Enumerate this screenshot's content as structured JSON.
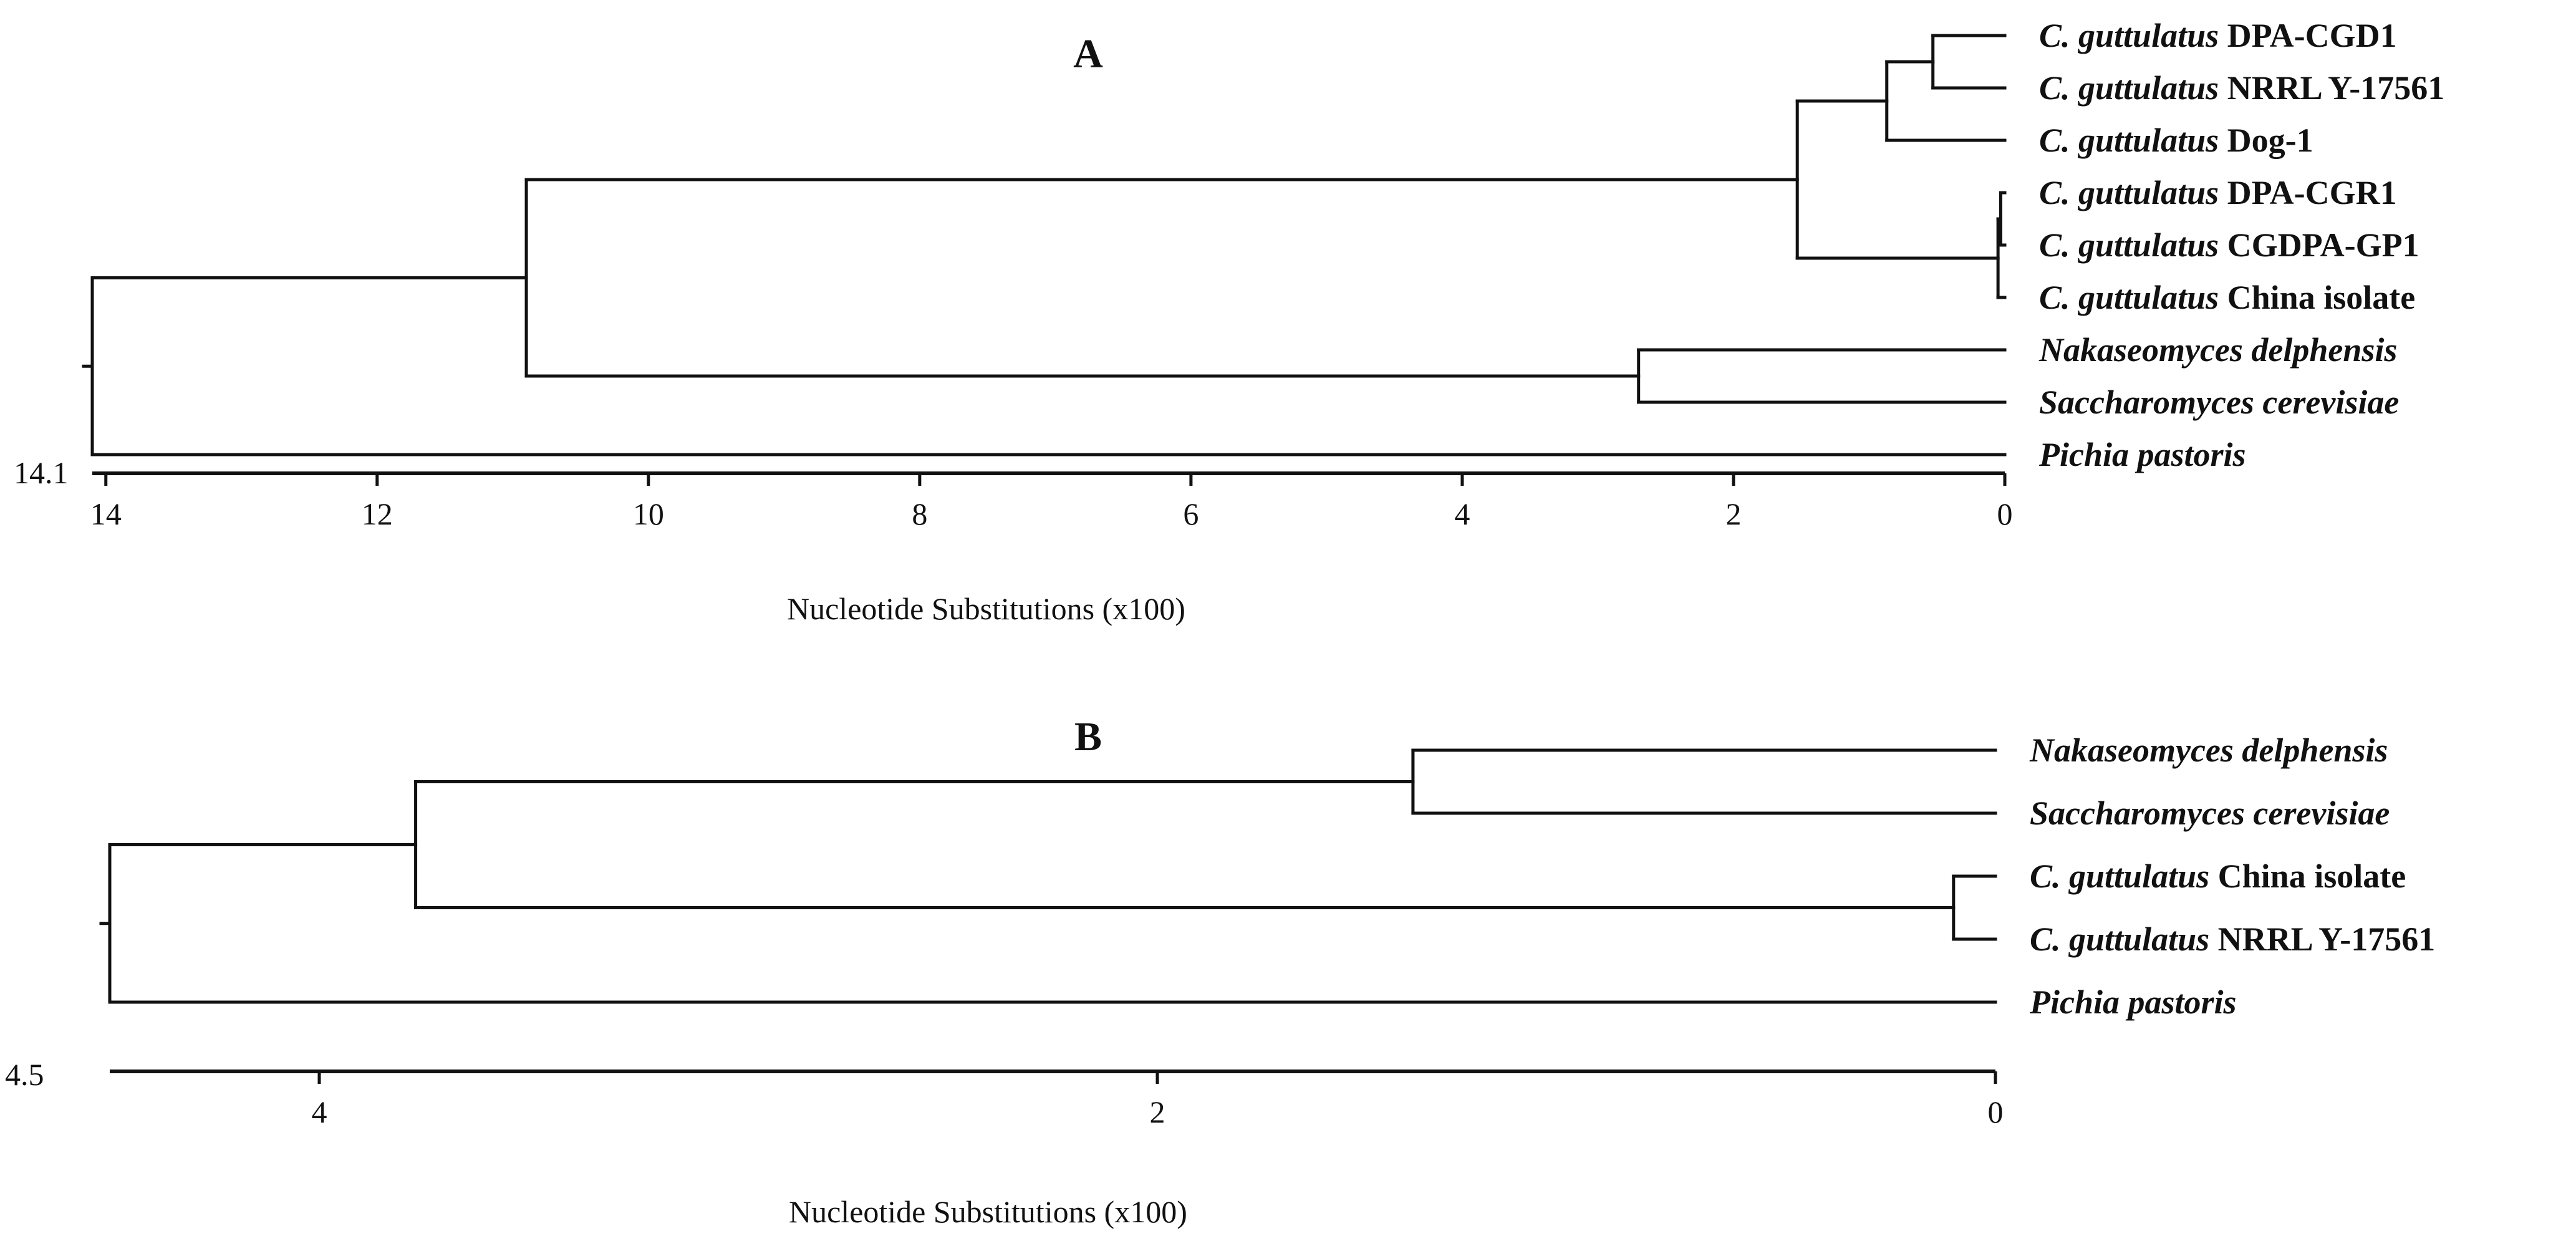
{
  "panels": [
    {
      "letter": "A",
      "root_value": "14.1",
      "axis_label": "Nucleotide Substitutions (x100)",
      "axis_max": 14.1,
      "ticks": [
        {
          "value": 14,
          "label": "14"
        },
        {
          "value": 12,
          "label": "12"
        },
        {
          "value": 10,
          "label": "10"
        },
        {
          "value": 8,
          "label": "8"
        },
        {
          "value": 6,
          "label": "6"
        },
        {
          "value": 4,
          "label": "4"
        },
        {
          "value": 2,
          "label": "2"
        },
        {
          "value": 0,
          "label": "0"
        }
      ],
      "leaves": [
        {
          "genus": "C. guttulatus",
          "strain": "DPA-CGD1"
        },
        {
          "genus": "C. guttulatus",
          "strain": "NRRL Y-17561"
        },
        {
          "genus": "C. guttulatus",
          "strain": "Dog-1"
        },
        {
          "genus": "C. guttulatus",
          "strain": "DPA-CGR1"
        },
        {
          "genus": "C. guttulatus",
          "strain": "CGDPA-GP1"
        },
        {
          "genus": "C. guttulatus",
          "strain": "China isolate"
        },
        {
          "genus": "Nakaseomyces delphensis",
          "strain": ""
        },
        {
          "genus": "Saccharomyces cerevisiae",
          "strain": ""
        },
        {
          "genus": "Pichia pastoris",
          "strain": ""
        }
      ],
      "tree": {
        "height": 14.1,
        "children": [
          {
            "height": 10.9,
            "children": [
              {
                "height": 1.53,
                "children": [
                  {
                    "height": 0.87,
                    "children": [
                      {
                        "height": 0.53,
                        "children": [
                          {
                            "leaf": 0
                          },
                          {
                            "leaf": 1
                          }
                        ]
                      },
                      {
                        "leaf": 2
                      }
                    ]
                  },
                  {
                    "height": 0.05,
                    "children": [
                      {
                        "height": 0.03,
                        "children": [
                          {
                            "leaf": 3
                          },
                          {
                            "leaf": 4
                          }
                        ]
                      },
                      {
                        "leaf": 5
                      }
                    ]
                  }
                ]
              },
              {
                "height": 2.7,
                "children": [
                  {
                    "leaf": 6
                  },
                  {
                    "leaf": 7
                  }
                ]
              }
            ]
          },
          {
            "leaf": 8
          }
        ]
      }
    },
    {
      "letter": "B",
      "root_value": "4.5",
      "axis_label": "Nucleotide Substitutions (x100)",
      "axis_max": 4.5,
      "ticks": [
        {
          "value": 4,
          "label": "4"
        },
        {
          "value": 2,
          "label": "2"
        },
        {
          "value": 0,
          "label": "0"
        }
      ],
      "leaves": [
        {
          "genus": "Nakaseomyces delphensis",
          "strain": ""
        },
        {
          "genus": "Saccharomyces cerevisiae",
          "strain": ""
        },
        {
          "genus": "C. guttulatus",
          "strain": "China isolate"
        },
        {
          "genus": "C. guttulatus",
          "strain": "NRRL Y-17561"
        },
        {
          "genus": "Pichia pastoris",
          "strain": ""
        }
      ],
      "tree": {
        "height": 4.5,
        "children": [
          {
            "height": 3.77,
            "children": [
              {
                "height": 1.39,
                "children": [
                  {
                    "leaf": 0
                  },
                  {
                    "leaf": 1
                  }
                ]
              },
              {
                "height": 0.1,
                "children": [
                  {
                    "leaf": 2
                  },
                  {
                    "leaf": 3
                  }
                ]
              }
            ]
          },
          {
            "leaf": 4
          }
        ]
      }
    }
  ]
}
